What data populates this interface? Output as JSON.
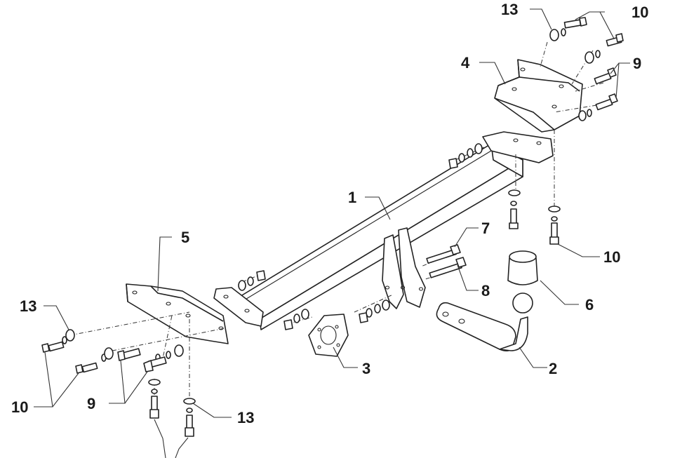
{
  "callouts": {
    "c1": "1",
    "c2": "2",
    "c3": "3",
    "c4": "4",
    "c5": "5",
    "c6": "6",
    "c7": "7",
    "c8": "8",
    "c9_right": "9",
    "c9_left": "9",
    "c10_top": "10",
    "c10_right": "10",
    "c10_left": "10",
    "c13_top": "13",
    "c13_left": "13",
    "c13_bottom": "13"
  }
}
